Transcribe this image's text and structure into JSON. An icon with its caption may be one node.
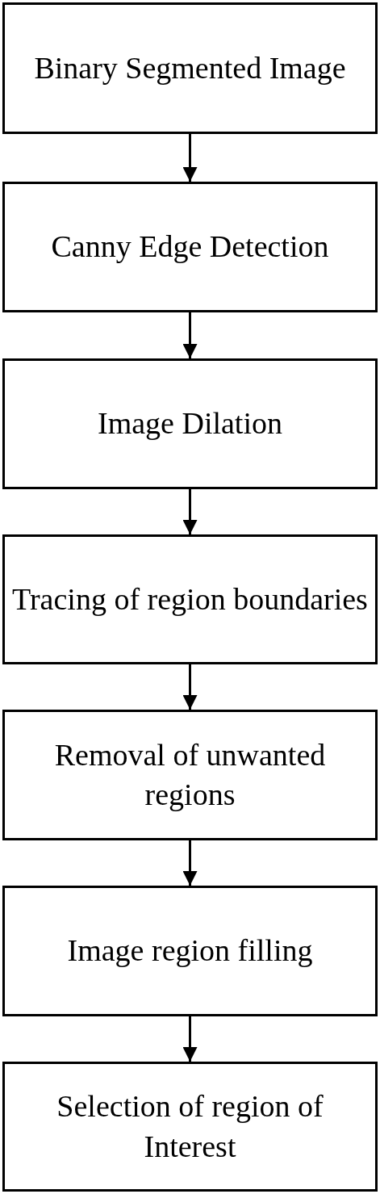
{
  "diagram": {
    "nodes": [
      {
        "text": [
          "Binary Segmented Image"
        ]
      },
      {
        "text": [
          "Canny Edge Detection"
        ]
      },
      {
        "text": [
          "Image Dilation"
        ]
      },
      {
        "text": [
          "Tracing of region boundaries"
        ]
      },
      {
        "text": [
          "Removal of unwanted regions"
        ]
      },
      {
        "text": [
          "Image region filling"
        ]
      },
      {
        "text": [
          "Selection of region of Interest"
        ]
      }
    ],
    "edges": [
      {
        "from": 0,
        "to": 1,
        "arrow": "to"
      },
      {
        "from": 1,
        "to": 2,
        "arrow": "to"
      },
      {
        "from": 2,
        "to": 3,
        "arrow": "to"
      },
      {
        "from": 3,
        "to": 4,
        "arrow": "to"
      },
      {
        "from": 4,
        "to": 5,
        "arrow": "to"
      },
      {
        "from": 5,
        "to": 6,
        "arrow": "to"
      }
    ]
  }
}
